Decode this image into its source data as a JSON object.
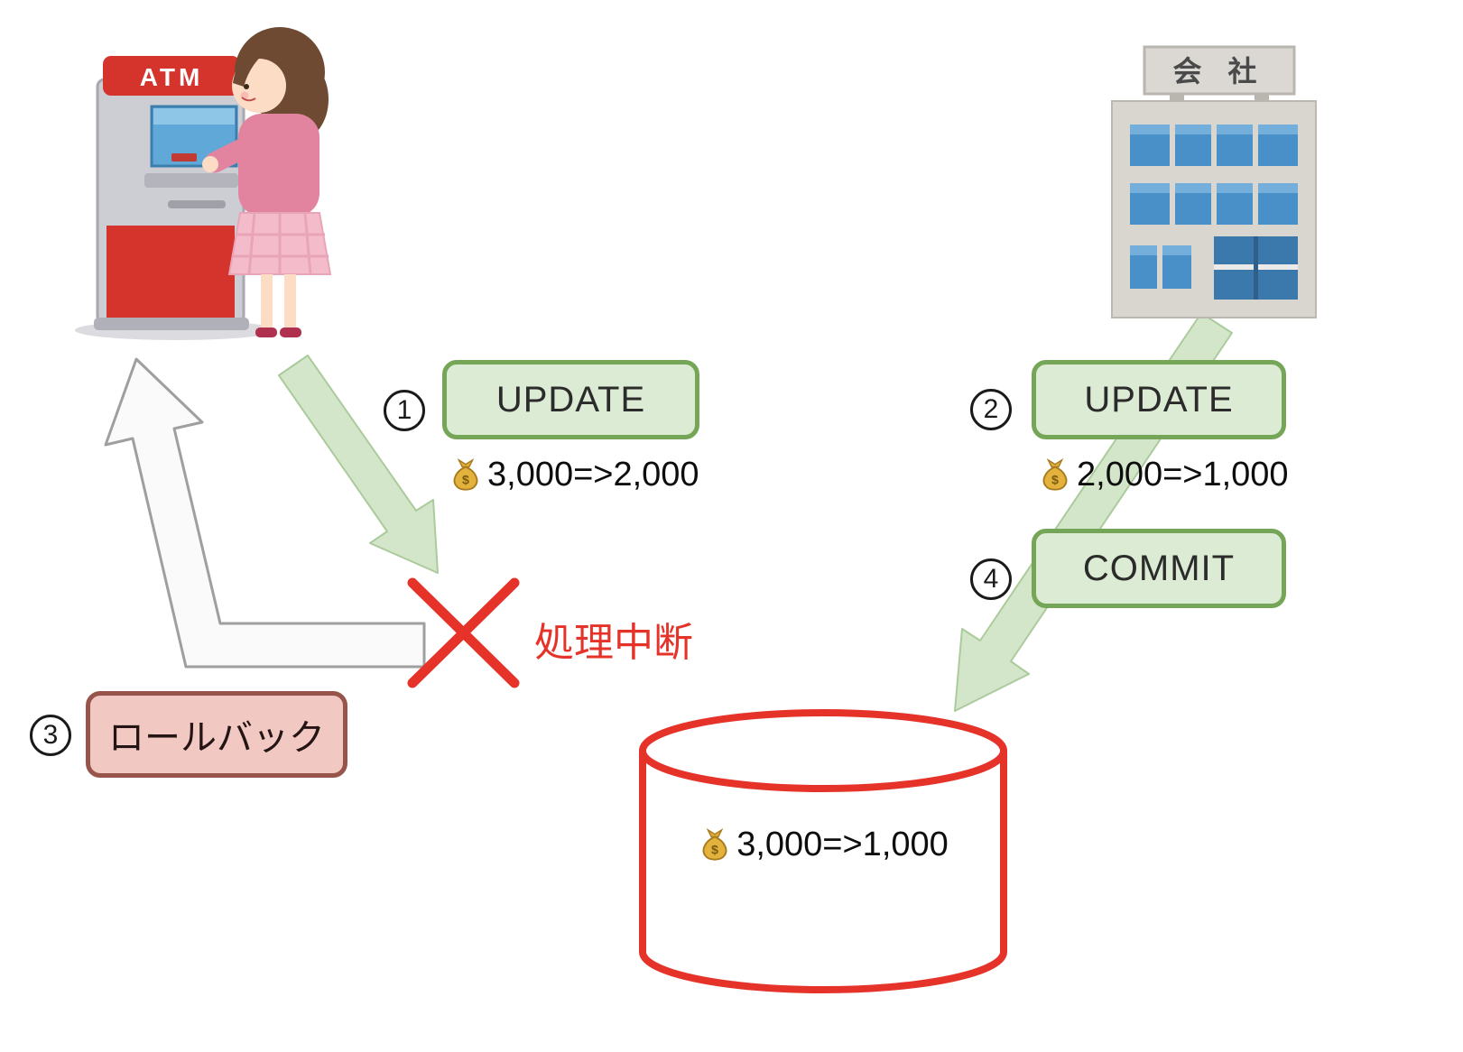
{
  "atm": {
    "sign": "ATM"
  },
  "company": {
    "sign": "会 社"
  },
  "steps": {
    "s1": {
      "num": "1",
      "label": "UPDATE",
      "value": "3,000=>2,000"
    },
    "s2": {
      "num": "2",
      "label": "UPDATE",
      "value": "2,000=>1,000"
    },
    "s3": {
      "num": "3",
      "label": "ロールバック"
    },
    "s4": {
      "num": "4",
      "label": "COMMIT"
    }
  },
  "interruption": {
    "label": "処理中断"
  },
  "database": {
    "value": "3,000=>1,000"
  },
  "icons": {
    "money_bag": "money-bag-icon",
    "cross": "interrupt-cross-icon"
  },
  "colors": {
    "box_green_fill": "#dcebd3",
    "box_green_border": "#75a657",
    "box_pink_fill": "#f2c8c2",
    "box_pink_border": "#96544b",
    "arrow_green_fill": "#d4e6ca",
    "arrow_green_border": "#abcb9c",
    "arrow_gray_fill": "#fafafa",
    "arrow_gray_border": "#9f9f9f",
    "red": "#e5332a",
    "atm_red": "#d5342c",
    "window_blue": "#4a90c8"
  }
}
